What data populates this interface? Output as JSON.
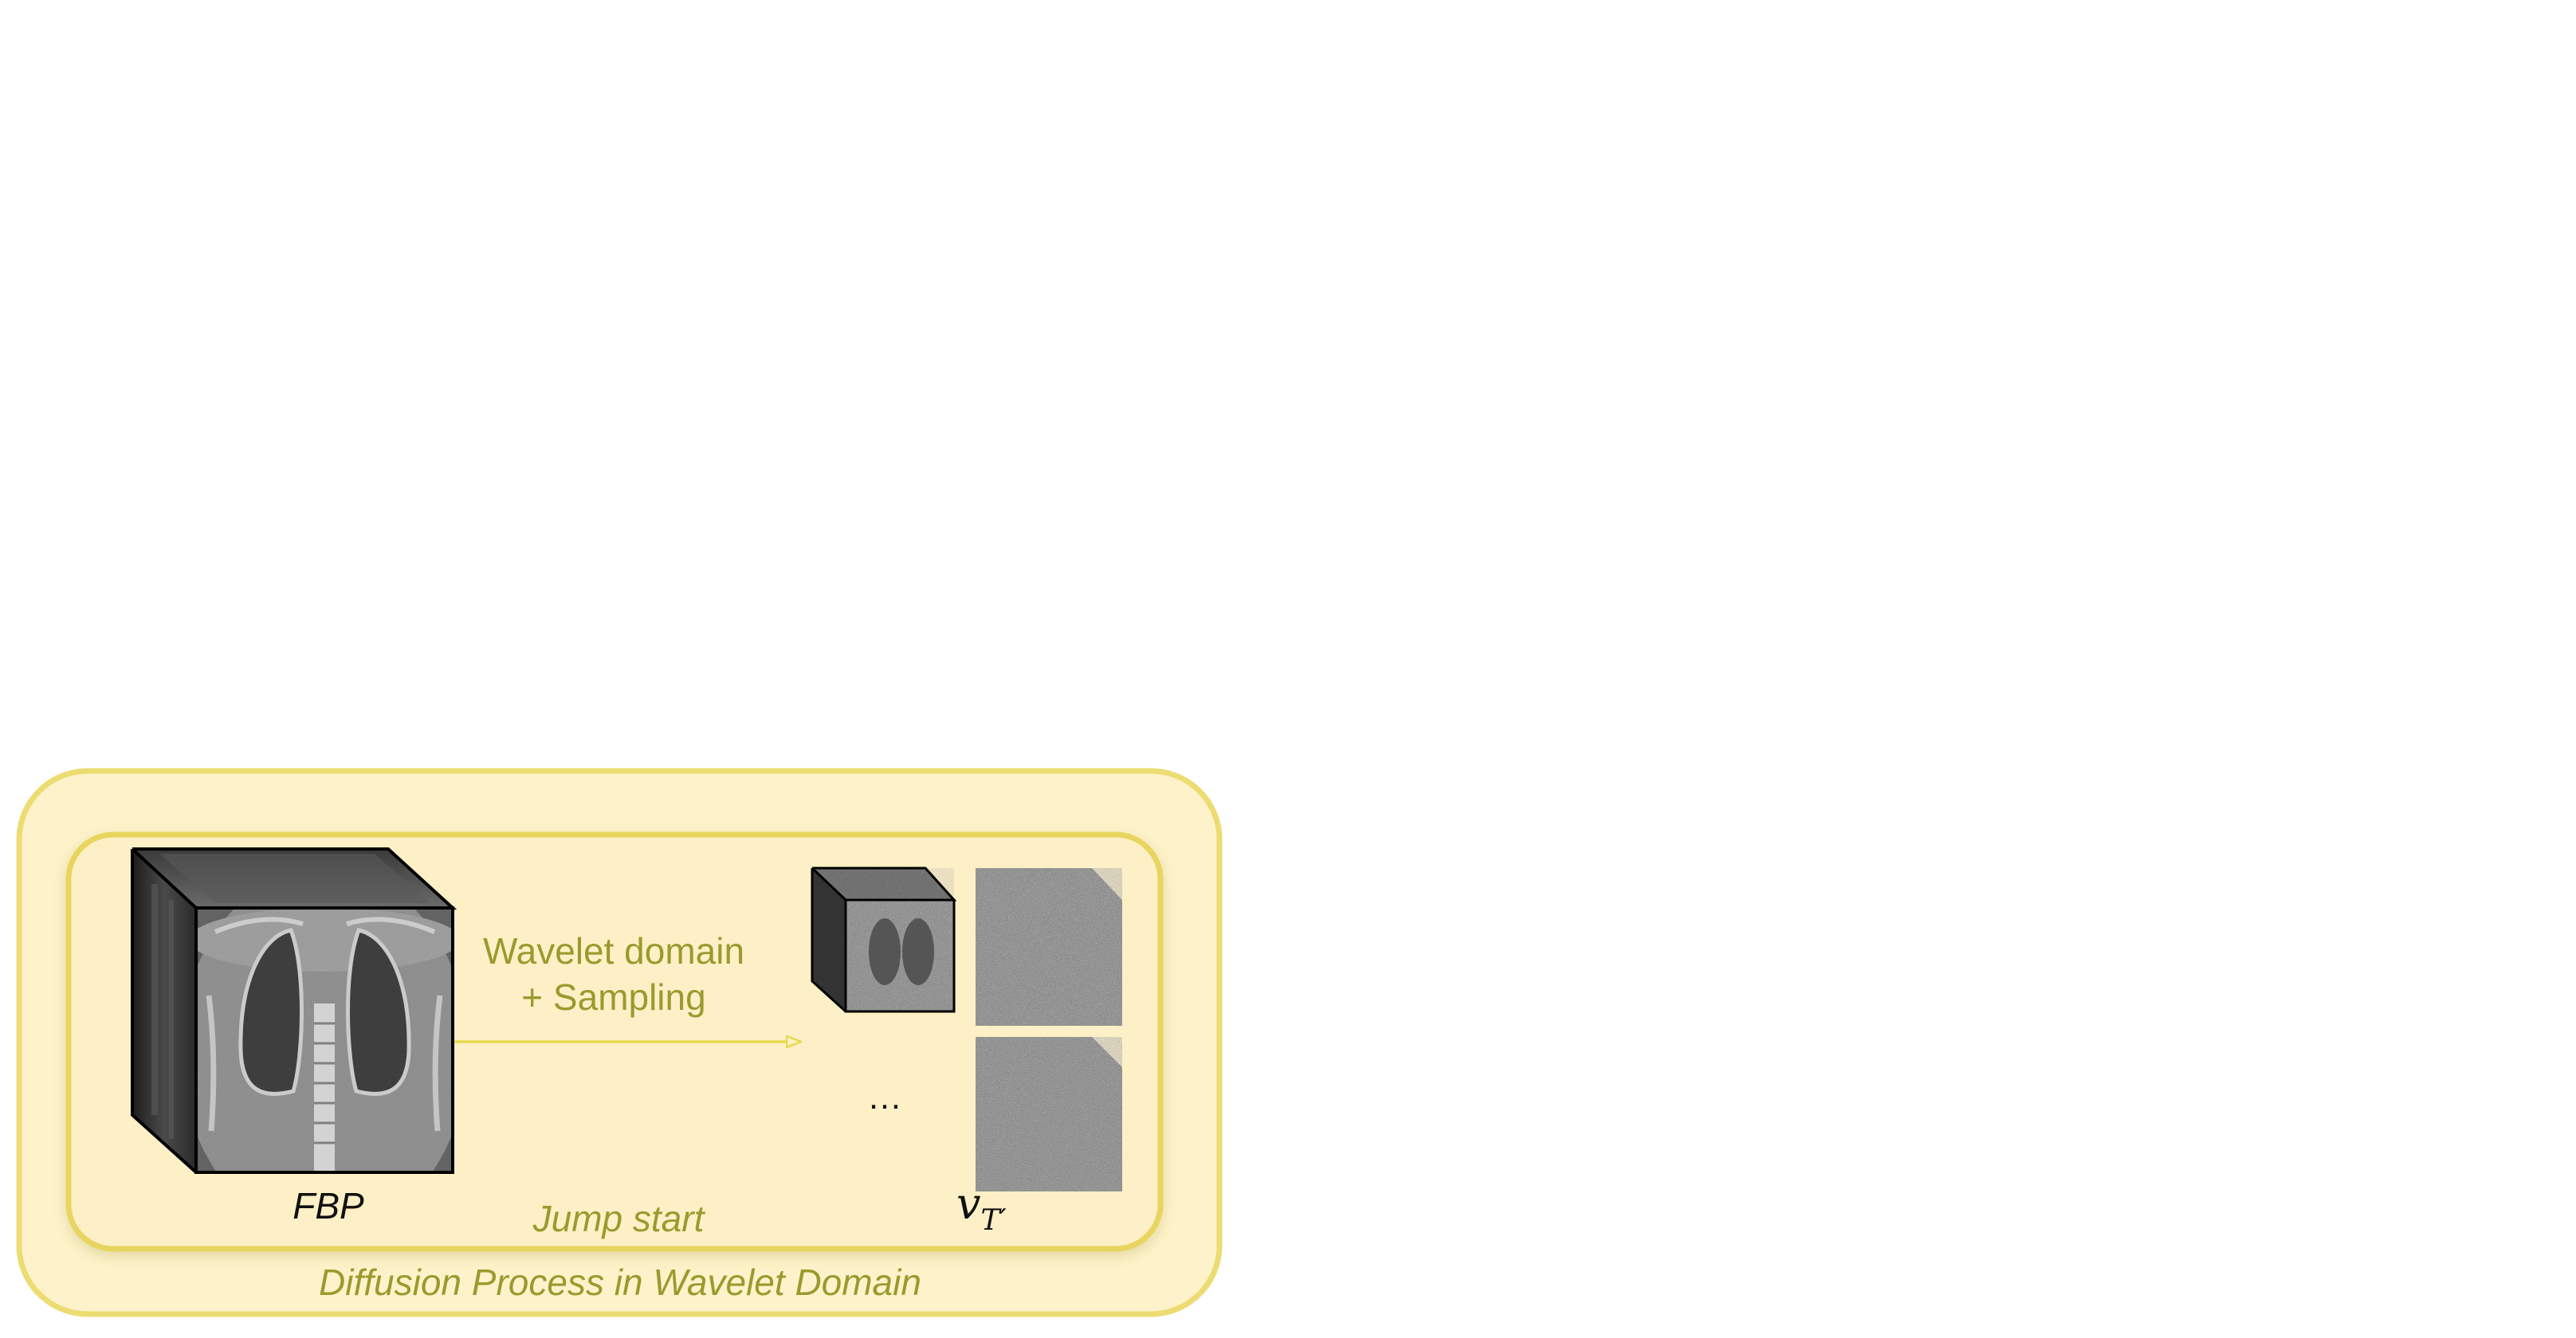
{
  "outer_label": "Diffusion Process in Wavelet Domain",
  "inner_label": "Jump start",
  "arrow_label_line1": "Wavelet domain",
  "arrow_label_line2": "+ Sampling",
  "input_label": "FBP",
  "ellipsis": "…",
  "output_label_main": "v",
  "output_label_sub": "T′",
  "colors": {
    "outer_fill": "#fdf2c9",
    "outer_stroke": "#ecdc72",
    "inner_fill": "#fdf0c6",
    "inner_stroke": "#e8d560",
    "text_olive": "#9a9a2e",
    "arrow": "#e7d84e"
  }
}
